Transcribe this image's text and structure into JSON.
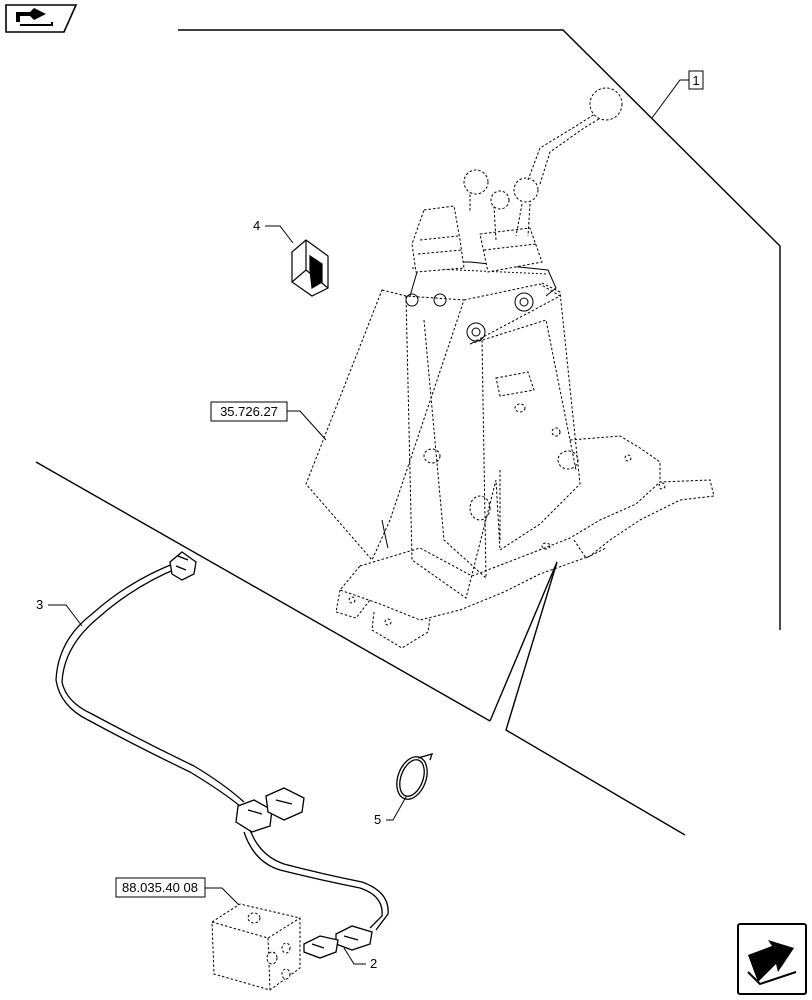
{
  "callouts": {
    "ref_1": "1",
    "item_2": "2",
    "item_3": "3",
    "item_4": "4",
    "item_5": "5",
    "ref_control": "35.726.27",
    "ref_valve": "88.035.40 08"
  },
  "icons": {
    "top_left": "book-navigation-icon",
    "bottom_right": "next-page-arrow-icon"
  }
}
